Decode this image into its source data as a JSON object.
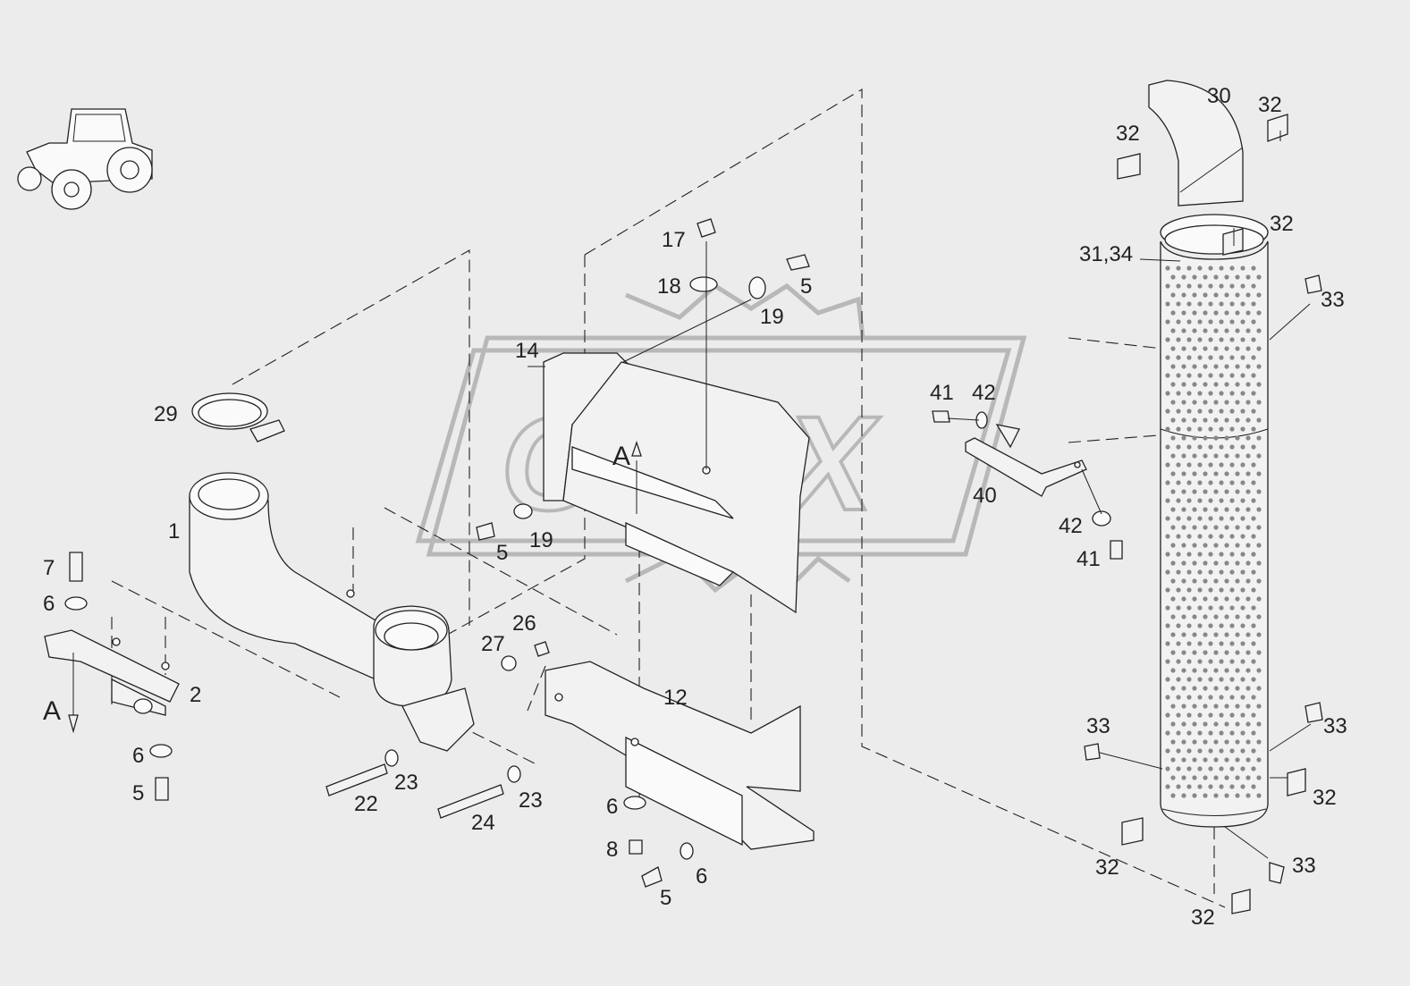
{
  "watermark": {
    "text": "OPEX"
  },
  "arrow_view_label": "A",
  "callouts": [
    {
      "id": "c1",
      "text": "1"
    },
    {
      "id": "c2",
      "text": "2"
    },
    {
      "id": "c5a",
      "text": "5"
    },
    {
      "id": "c5b",
      "text": "5"
    },
    {
      "id": "c5c",
      "text": "5"
    },
    {
      "id": "c5d",
      "text": "5"
    },
    {
      "id": "c6a",
      "text": "6"
    },
    {
      "id": "c6b",
      "text": "6"
    },
    {
      "id": "c6c",
      "text": "6"
    },
    {
      "id": "c6d",
      "text": "6"
    },
    {
      "id": "c7",
      "text": "7"
    },
    {
      "id": "c8",
      "text": "8"
    },
    {
      "id": "c12",
      "text": "12"
    },
    {
      "id": "c14",
      "text": "14"
    },
    {
      "id": "c17",
      "text": "17"
    },
    {
      "id": "c18",
      "text": "18"
    },
    {
      "id": "c19a",
      "text": "19"
    },
    {
      "id": "c19b",
      "text": "19"
    },
    {
      "id": "c22",
      "text": "22"
    },
    {
      "id": "c23a",
      "text": "23"
    },
    {
      "id": "c23b",
      "text": "23"
    },
    {
      "id": "c24",
      "text": "24"
    },
    {
      "id": "c26",
      "text": "26"
    },
    {
      "id": "c27",
      "text": "27"
    },
    {
      "id": "c29",
      "text": "29"
    },
    {
      "id": "c30",
      "text": "30"
    },
    {
      "id": "c3134",
      "text": "31,34"
    },
    {
      "id": "c32a",
      "text": "32"
    },
    {
      "id": "c32b",
      "text": "32"
    },
    {
      "id": "c32c",
      "text": "32"
    },
    {
      "id": "c32d",
      "text": "32"
    },
    {
      "id": "c32e",
      "text": "32"
    },
    {
      "id": "c32f",
      "text": "32"
    },
    {
      "id": "c33a",
      "text": "33"
    },
    {
      "id": "c33b",
      "text": "33"
    },
    {
      "id": "c33c",
      "text": "33"
    },
    {
      "id": "c33d",
      "text": "33"
    },
    {
      "id": "c40",
      "text": "40"
    },
    {
      "id": "c41a",
      "text": "41"
    },
    {
      "id": "c41b",
      "text": "41"
    },
    {
      "id": "c42a",
      "text": "42"
    },
    {
      "id": "c42b",
      "text": "42"
    }
  ]
}
